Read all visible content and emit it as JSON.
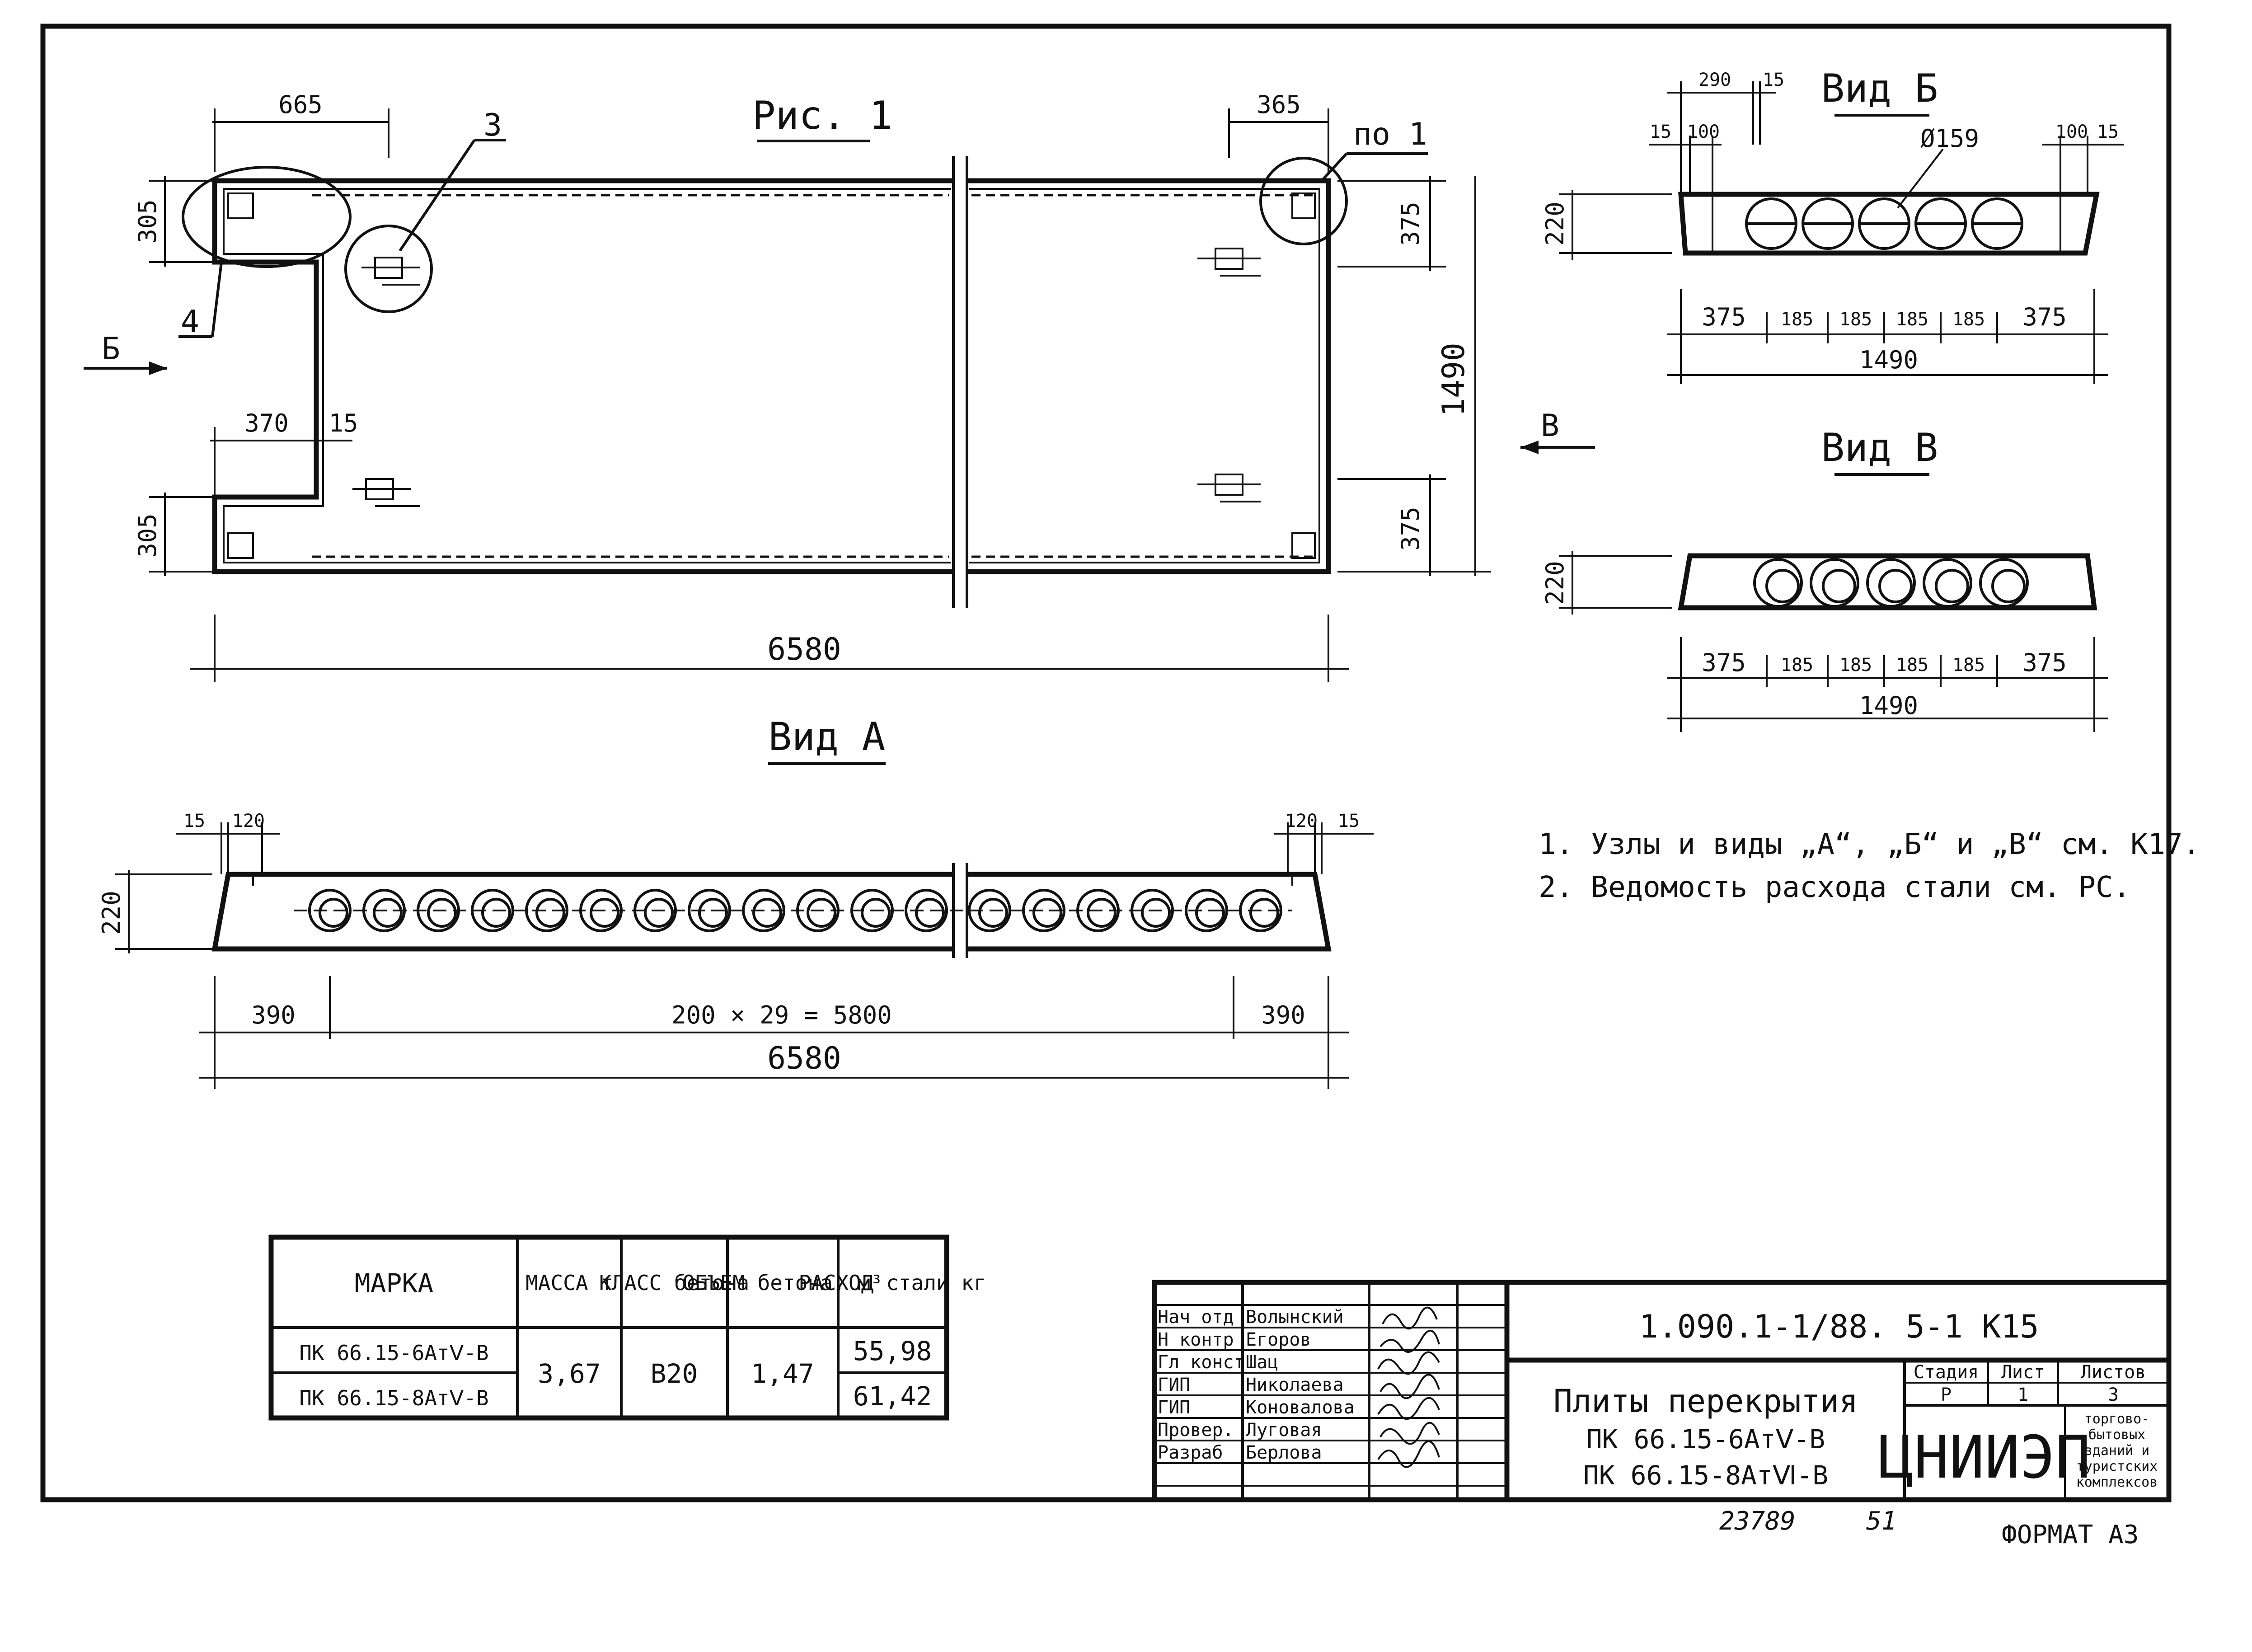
{
  "figure": {
    "title": "Рис. 1",
    "dims": {
      "d665": "665",
      "d365": "365",
      "d305a": "305",
      "d305b": "305",
      "d375a": "375",
      "d375b": "375",
      "d1490": "1490",
      "d370": "370",
      "d15": "15",
      "d6580": "6580"
    },
    "callouts": {
      "c3": "3",
      "c4": "4",
      "cpo1": "по 1",
      "arrowB": "Б",
      "arrowV": "В"
    }
  },
  "view_b": {
    "title": "Вид Б",
    "top_dims": [
      "290",
      "15",
      "15",
      "100",
      "100",
      "15"
    ],
    "diameter": "Ø159",
    "height": "220",
    "bottom_dims": [
      "375",
      "185",
      "185",
      "185",
      "185",
      "375"
    ],
    "total": "1490"
  },
  "view_v": {
    "title": "Вид В",
    "height": "220",
    "bottom_dims": [
      "375",
      "185",
      "185",
      "185",
      "185",
      "375"
    ],
    "total": "1490"
  },
  "view_a": {
    "title": "Вид А",
    "top_dims": [
      "15",
      "120",
      "120",
      "15"
    ],
    "height": "220",
    "bottom_dims": [
      "390",
      "200 × 29 = 5800",
      "390"
    ],
    "total": "6580"
  },
  "notes": [
    "1. Узлы и виды „А“, „Б“ и „В“ см. К17.",
    "2. Ведомость расхода стали см. РС."
  ],
  "spec_table": {
    "headers": [
      "МАРКА",
      "МАССА т",
      "КЛАСС бетона",
      "ОБЪЕМ бетона, м³",
      "РАСХОД стали кг"
    ],
    "rows": [
      {
        "mark": "ПК 66.15-6АтⅤ-В",
        "steel": "55,98"
      },
      {
        "mark": "ПК 66.15-8АтⅤ-В",
        "steel": "61,42"
      }
    ],
    "shared": {
      "mass": "3,67",
      "class": "В20",
      "volume": "1,47"
    }
  },
  "title_block": {
    "code": "1.090.1-1/88. 5-1  К15",
    "staff": [
      {
        "role": "Нач отд",
        "name": "Волынский"
      },
      {
        "role": "Н контр",
        "name": "Егоров"
      },
      {
        "role": "Гл конст",
        "name": "Шац"
      },
      {
        "role": "ГИП",
        "name": "Николаева"
      },
      {
        "role": "ГИП",
        "name": "Коновалова"
      },
      {
        "role": "Провер.",
        "name": "Луговая"
      },
      {
        "role": "Разраб",
        "name": "Берлова"
      }
    ],
    "drawing_title": [
      "Плиты перекрытия",
      "ПК 66.15-6АтⅤ-В",
      "ПК 66.15-8АтⅥ-В"
    ],
    "stage_label": "Стадия",
    "stage": "Р",
    "sheet_label": "Лист",
    "sheet": "1",
    "sheets_label": "Листов",
    "sheets": "3",
    "org": "ЦНИИЭП",
    "org_desc": [
      "торгово-",
      "бытовых",
      "зданий и",
      "туристских",
      "комплексов"
    ],
    "inv": "23789",
    "inv2": "51",
    "format": "ФОРМАТ А3"
  }
}
